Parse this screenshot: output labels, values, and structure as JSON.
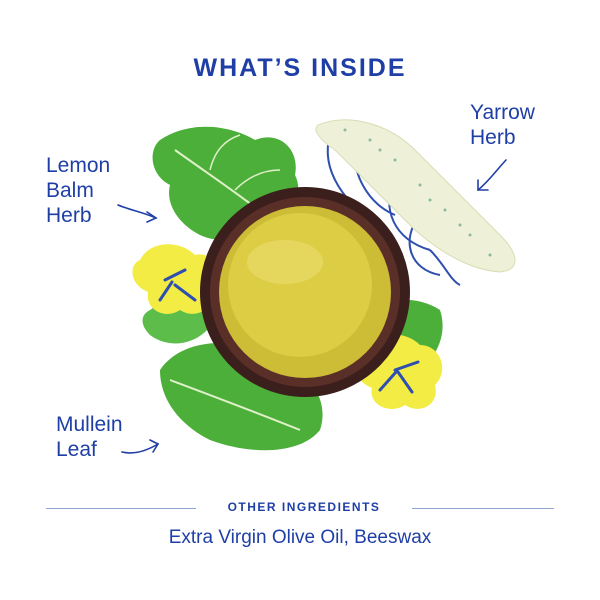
{
  "header": {
    "title": "WHAT’S INSIDE"
  },
  "ingredients": {
    "lemon_balm": {
      "line1": "Lemon",
      "line2": "Balm",
      "line3": "Herb"
    },
    "yarrow": {
      "line1": "Yarrow",
      "line2": "Herb"
    },
    "mullein": {
      "line1": "Mullein",
      "line2": "Leaf"
    }
  },
  "other": {
    "heading": "OTHER INGREDIENTS",
    "list": "Extra Virgin Olive Oil, Beeswax"
  },
  "colors": {
    "brand_blue": "#1f3fa6",
    "leaf_green": "#4caf3a",
    "flower_yellow": "#f2ec44",
    "balm_yellow": "#d8c93a",
    "jar_brown": "#3b1f1c"
  }
}
